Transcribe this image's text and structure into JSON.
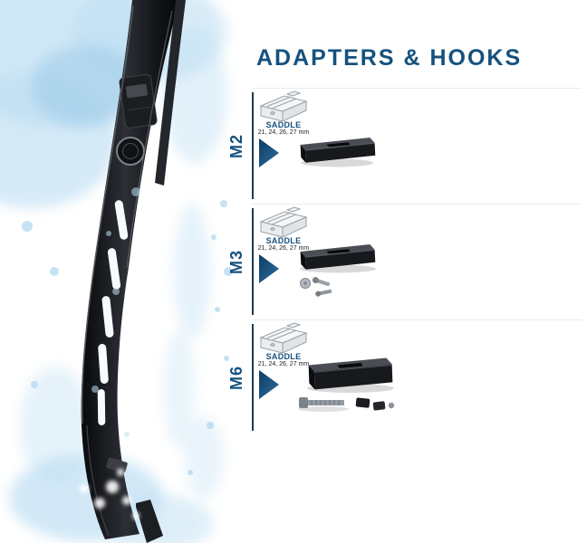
{
  "title": "ADAPTERS & HOOKS",
  "colors": {
    "accent_navy": "#15517e",
    "divider_navy": "#1d3b52",
    "water_blue": "#bfdff3"
  },
  "icons": {
    "section_arrow": "right-arrow",
    "hero_image": "wiper-blade-with-water-splash",
    "diagram": "saddle-adapter-line-drawing",
    "photo": "saddle-adapter-photo"
  },
  "sections": [
    {
      "code": "M2",
      "part_name": "SADDLE",
      "sizes": "21, 24, 26, 27 mm"
    },
    {
      "code": "M3",
      "part_name": "SADDLE",
      "sizes": "21, 24, 26, 27 mm"
    },
    {
      "code": "M6",
      "part_name": "SADDLE",
      "sizes": "21, 24, 26, 27 mm"
    }
  ]
}
